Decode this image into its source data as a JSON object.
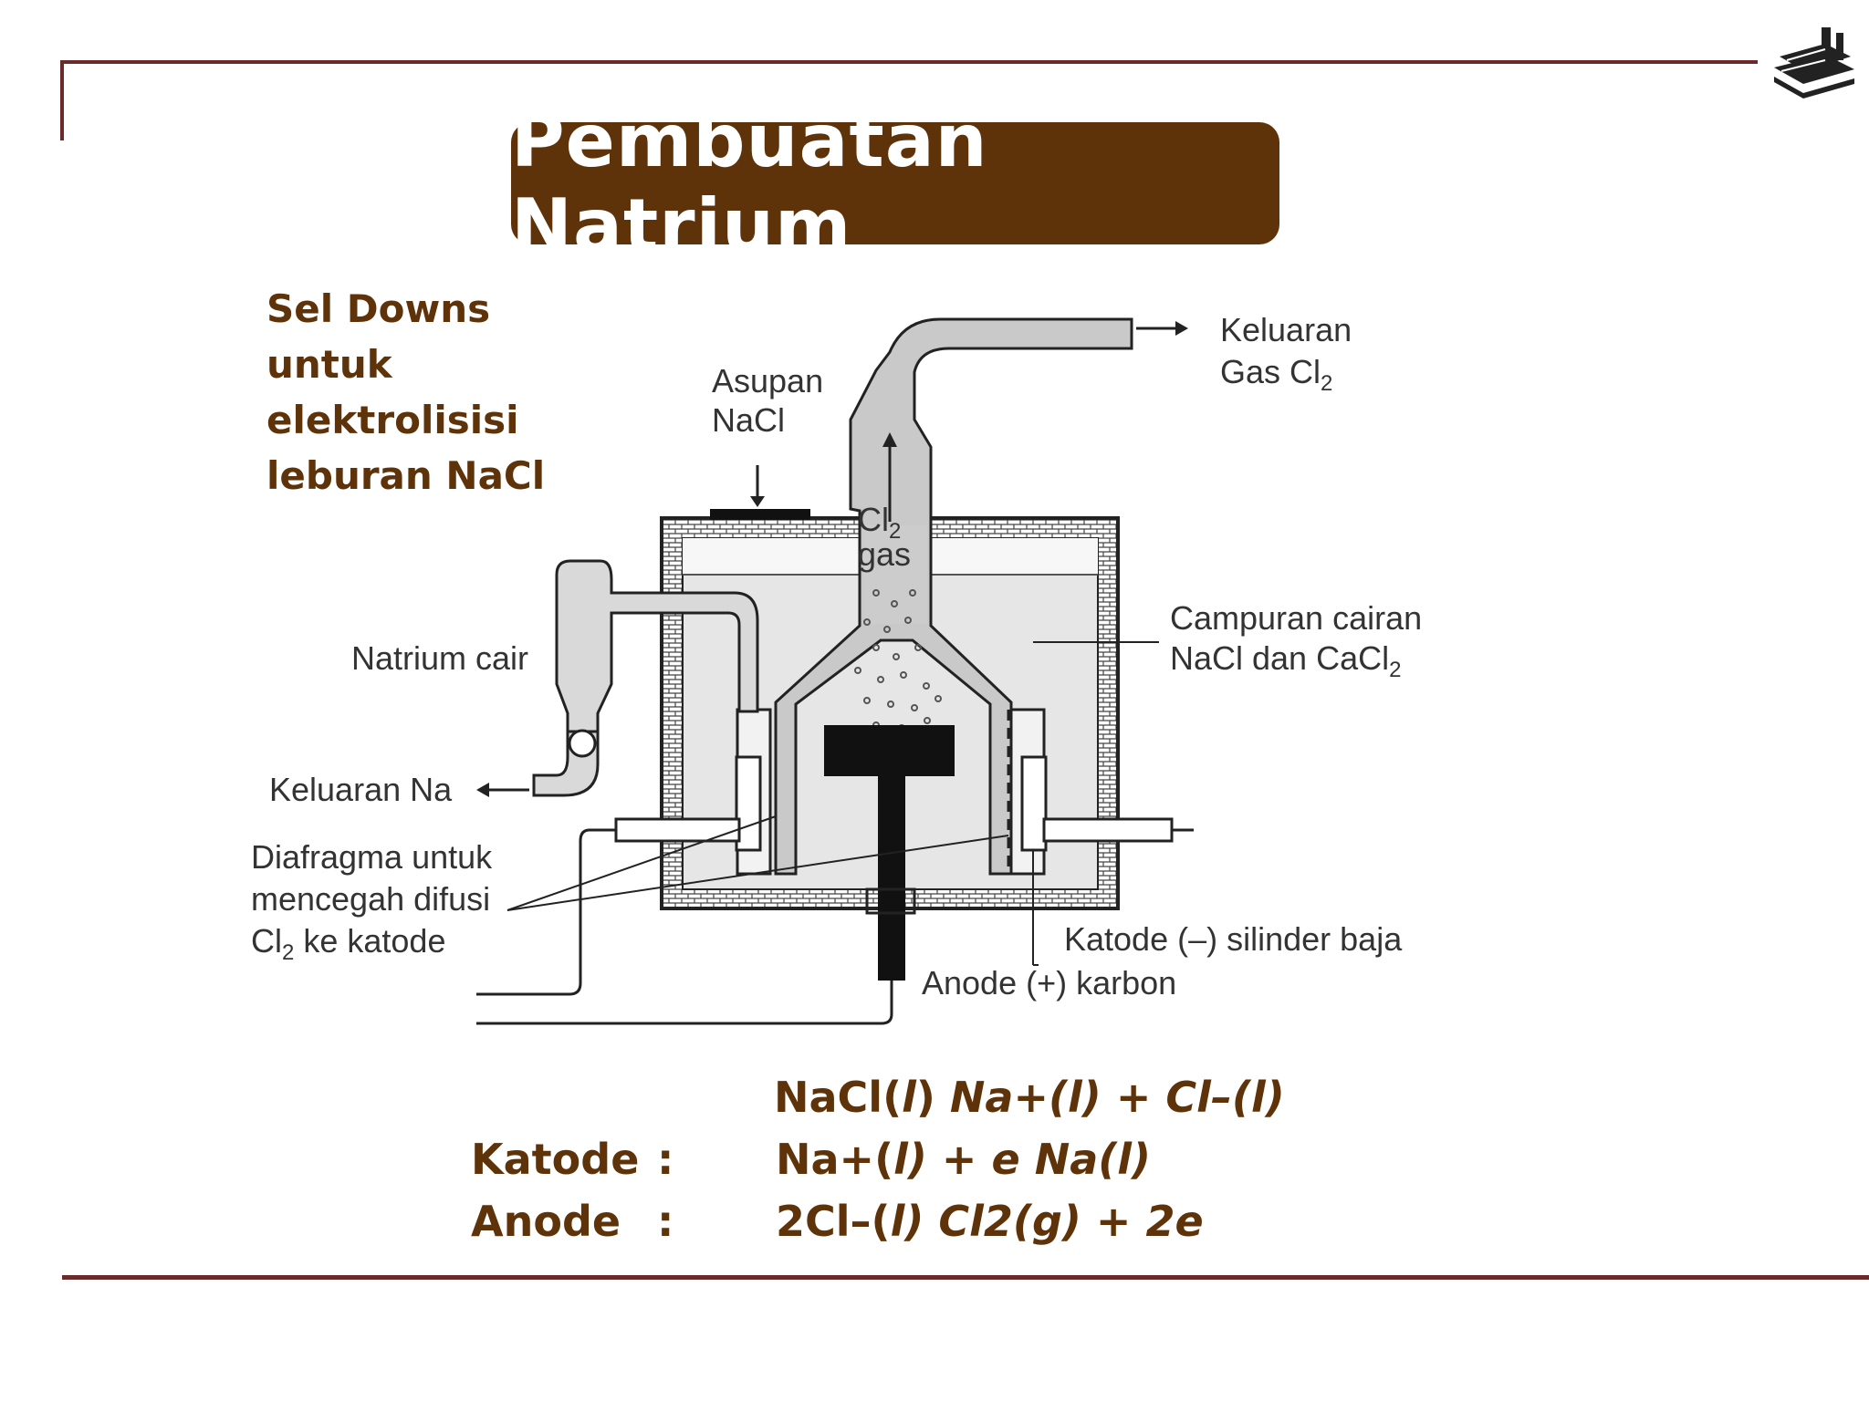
{
  "slide": {
    "title": "Pembuatan Natrium",
    "caption": "Sel Downs\nuntuk\nelektrolisisi\nleburan NaCl"
  },
  "diagram": {
    "labels": {
      "nacl_intake_1": "Asupan",
      "nacl_intake_2": "NaCl",
      "cl2_outlet_1": "Keluaran",
      "cl2_outlet_2": "Gas Cl",
      "cl2_outlet_sub": "2",
      "cl2_gas_1": "Cl",
      "cl2_gas_sub": "2",
      "cl2_gas_2": "gas",
      "mixture_1": "Campuran cairan",
      "mixture_2": "NaCl dan CaCl",
      "mixture_sub": "2",
      "liquid_sodium": "Natrium cair",
      "na_outlet": "Keluaran Na",
      "diaphragm_1": "Diafragma untuk",
      "diaphragm_2": "mencegah difusi",
      "diaphragm_3a": "Cl",
      "diaphragm_3sub": "2",
      "diaphragm_3b": "ke katode",
      "cathode": "Katode (–) silinder baja",
      "anode": "Anode (+) karbon"
    }
  },
  "equations": {
    "overall": {
      "a": "NaCl(",
      "b": "l",
      "c": ") ",
      "d": "Na+(l) + Cl–(l)"
    },
    "cathode": {
      "label": "Katode",
      "colon": ":",
      "a": "Na+(",
      "b": "l",
      "c": ") + e  Na(l)"
    },
    "anode": {
      "label": "Anode",
      "colon": ":",
      "a": "2Cl–(",
      "b": "l",
      "c": ")  Cl2(g) + 2e"
    }
  },
  "colors": {
    "accent": "#5f3309",
    "frame": "#6b2a2a",
    "diagram_ink": "#333333"
  },
  "icons": {
    "logo": "book-stack-logo-icon"
  }
}
